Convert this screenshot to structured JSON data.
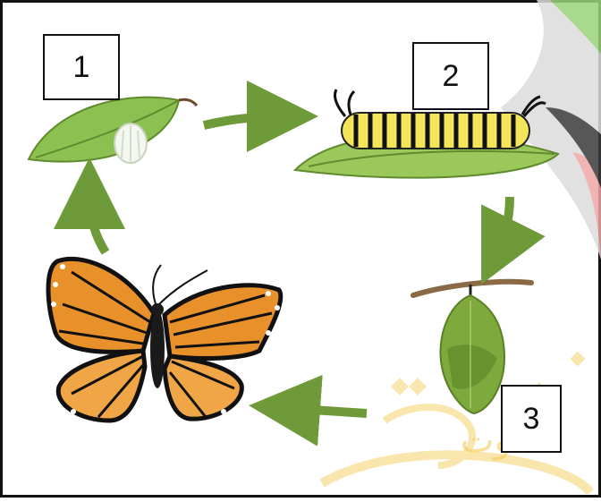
{
  "stages": [
    {
      "number": "1"
    },
    {
      "number": "2"
    },
    {
      "number": "3"
    }
  ],
  "watermark": {
    "text": "كلوت"
  },
  "colors": {
    "arrow_green": "#6e9a3a",
    "leaf_green": "#8cc152",
    "chrysalis_green": "#7ea93c",
    "butterfly_orange": "#e8912b",
    "watermark_gold": "#f2c84b"
  }
}
